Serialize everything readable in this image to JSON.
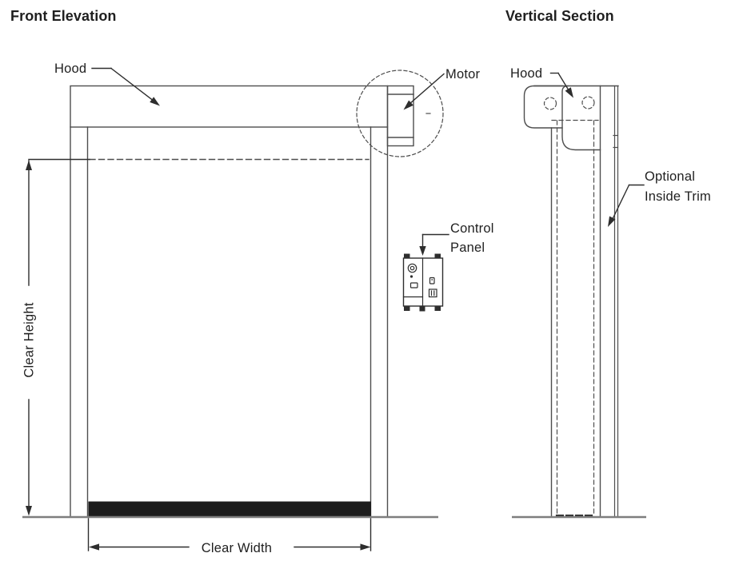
{
  "front_elevation": {
    "title": "Front Elevation",
    "labels": {
      "hood": "Hood",
      "motor": "Motor",
      "control_panel": "Control\nPanel",
      "clear_height": "Clear Height",
      "clear_width": "Clear Width"
    }
  },
  "vertical_section": {
    "title": "Vertical Section",
    "labels": {
      "hood": "Hood",
      "optional_inside_trim": "Optional\nInside Trim"
    }
  },
  "colors": {
    "background": "#ffffff",
    "line": "#4e4e4e",
    "dark_line": "#2e2e2e",
    "floor_line": "#7e7e7e",
    "bottom_bar": "#1d1d1d",
    "text": "#1f1f1f"
  }
}
